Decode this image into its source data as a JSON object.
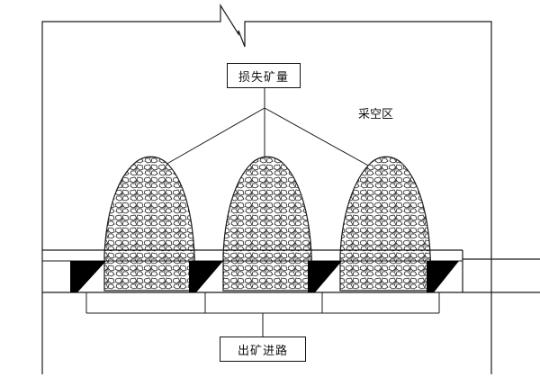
{
  "labels": {
    "loss_ore": "损失矿量",
    "goaf": "采空区",
    "drift": "出矿进路"
  },
  "colors": {
    "line": "#1a1a1a",
    "ore_fill": "#ffffff",
    "wedge_fill": "#000000"
  }
}
